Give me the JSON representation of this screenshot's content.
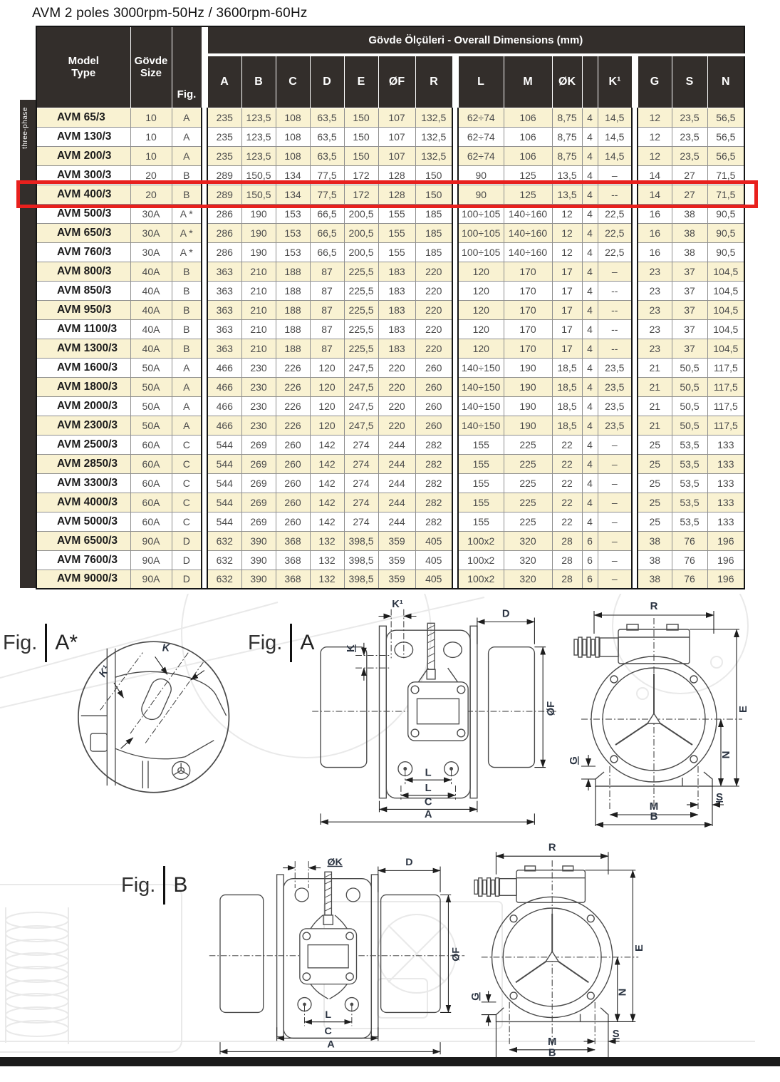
{
  "title": "AVM 2 poles 3000rpm-50Hz  / 3600rpm-60Hz",
  "side_label": "three-phase",
  "colors": {
    "header_bg": "#332e2b",
    "row_alt": "#f9f2d2",
    "highlight_red": "#e8201d"
  },
  "table": {
    "banner": "Gövde Ölçüleri - Overall Dimensions (mm)",
    "col_model": "Model\nType",
    "col_size": "Gövde\nSize",
    "col_fig": "Fig.",
    "columns": [
      "A",
      "B",
      "C",
      "D",
      "E",
      "ØF",
      "R",
      "L",
      "M",
      "ØK",
      "",
      "K¹",
      "G",
      "S",
      "N"
    ],
    "rows": [
      {
        "model": "AVM 65/3",
        "size": "10",
        "fig": "A",
        "highlight": false,
        "vals": [
          "235",
          "123,5",
          "108",
          "63,5",
          "150",
          "107",
          "132,5",
          "62÷74",
          "106",
          "8,75",
          "4",
          "14,5",
          "12",
          "23,5",
          "56,5"
        ]
      },
      {
        "model": "AVM 130/3",
        "size": "10",
        "fig": "A",
        "highlight": false,
        "vals": [
          "235",
          "123,5",
          "108",
          "63,5",
          "150",
          "107",
          "132,5",
          "62÷74",
          "106",
          "8,75",
          "4",
          "14,5",
          "12",
          "23,5",
          "56,5"
        ]
      },
      {
        "model": "AVM 200/3",
        "size": "10",
        "fig": "A",
        "highlight": false,
        "vals": [
          "235",
          "123,5",
          "108",
          "63,5",
          "150",
          "107",
          "132,5",
          "62÷74",
          "106",
          "8,75",
          "4",
          "14,5",
          "12",
          "23,5",
          "56,5"
        ]
      },
      {
        "model": "AVM 300/3",
        "size": "20",
        "fig": "B",
        "highlight": false,
        "vals": [
          "289",
          "150,5",
          "134",
          "77,5",
          "172",
          "128",
          "150",
          "90",
          "125",
          "13,5",
          "4",
          "–",
          "14",
          "27",
          "71,5"
        ]
      },
      {
        "model": "AVM 400/3",
        "size": "20",
        "fig": "B",
        "highlight": true,
        "vals": [
          "289",
          "150,5",
          "134",
          "77,5",
          "172",
          "128",
          "150",
          "90",
          "125",
          "13,5",
          "4",
          "--",
          "14",
          "27",
          "71,5"
        ]
      },
      {
        "model": "AVM 500/3",
        "size": "30A",
        "fig": "A *",
        "highlight": false,
        "vals": [
          "286",
          "190",
          "153",
          "66,5",
          "200,5",
          "155",
          "185",
          "100÷105",
          "140÷160",
          "12",
          "4",
          "22,5",
          "16",
          "38",
          "90,5"
        ]
      },
      {
        "model": "AVM 650/3",
        "size": "30A",
        "fig": "A *",
        "highlight": false,
        "vals": [
          "286",
          "190",
          "153",
          "66,5",
          "200,5",
          "155",
          "185",
          "100÷105",
          "140÷160",
          "12",
          "4",
          "22,5",
          "16",
          "38",
          "90,5"
        ]
      },
      {
        "model": "AVM 760/3",
        "size": "30A",
        "fig": "A *",
        "highlight": false,
        "vals": [
          "286",
          "190",
          "153",
          "66,5",
          "200,5",
          "155",
          "185",
          "100÷105",
          "140÷160",
          "12",
          "4",
          "22,5",
          "16",
          "38",
          "90,5"
        ]
      },
      {
        "model": "AVM 800/3",
        "size": "40A",
        "fig": "B",
        "highlight": false,
        "vals": [
          "363",
          "210",
          "188",
          "87",
          "225,5",
          "183",
          "220",
          "120",
          "170",
          "17",
          "4",
          "–",
          "23",
          "37",
          "104,5"
        ]
      },
      {
        "model": "AVM 850/3",
        "size": "40A",
        "fig": "B",
        "highlight": false,
        "vals": [
          "363",
          "210",
          "188",
          "87",
          "225,5",
          "183",
          "220",
          "120",
          "170",
          "17",
          "4",
          "--",
          "23",
          "37",
          "104,5"
        ]
      },
      {
        "model": "AVM 950/3",
        "size": "40A",
        "fig": "B",
        "highlight": false,
        "vals": [
          "363",
          "210",
          "188",
          "87",
          "225,5",
          "183",
          "220",
          "120",
          "170",
          "17",
          "4",
          "--",
          "23",
          "37",
          "104,5"
        ]
      },
      {
        "model": "AVM 1100/3",
        "size": "40A",
        "fig": "B",
        "highlight": false,
        "vals": [
          "363",
          "210",
          "188",
          "87",
          "225,5",
          "183",
          "220",
          "120",
          "170",
          "17",
          "4",
          "--",
          "23",
          "37",
          "104,5"
        ]
      },
      {
        "model": "AVM 1300/3",
        "size": "40A",
        "fig": "B",
        "highlight": false,
        "vals": [
          "363",
          "210",
          "188",
          "87",
          "225,5",
          "183",
          "220",
          "120",
          "170",
          "17",
          "4",
          "--",
          "23",
          "37",
          "104,5"
        ]
      },
      {
        "model": "AVM 1600/3",
        "size": "50A",
        "fig": "A",
        "highlight": false,
        "vals": [
          "466",
          "230",
          "226",
          "120",
          "247,5",
          "220",
          "260",
          "140÷150",
          "190",
          "18,5",
          "4",
          "23,5",
          "21",
          "50,5",
          "117,5"
        ]
      },
      {
        "model": "AVM 1800/3",
        "size": "50A",
        "fig": "A",
        "highlight": false,
        "vals": [
          "466",
          "230",
          "226",
          "120",
          "247,5",
          "220",
          "260",
          "140÷150",
          "190",
          "18,5",
          "4",
          "23,5",
          "21",
          "50,5",
          "117,5"
        ]
      },
      {
        "model": "AVM 2000/3",
        "size": "50A",
        "fig": "A",
        "highlight": false,
        "vals": [
          "466",
          "230",
          "226",
          "120",
          "247,5",
          "220",
          "260",
          "140÷150",
          "190",
          "18,5",
          "4",
          "23,5",
          "21",
          "50,5",
          "117,5"
        ]
      },
      {
        "model": "AVM 2300/3",
        "size": "50A",
        "fig": "A",
        "highlight": false,
        "vals": [
          "466",
          "230",
          "226",
          "120",
          "247,5",
          "220",
          "260",
          "140÷150",
          "190",
          "18,5",
          "4",
          "23,5",
          "21",
          "50,5",
          "117,5"
        ]
      },
      {
        "model": "AVM 2500/3",
        "size": "60A",
        "fig": "C",
        "highlight": false,
        "vals": [
          "544",
          "269",
          "260",
          "142",
          "274",
          "244",
          "282",
          "155",
          "225",
          "22",
          "4",
          "–",
          "25",
          "53,5",
          "133"
        ]
      },
      {
        "model": "AVM 2850/3",
        "size": "60A",
        "fig": "C",
        "highlight": false,
        "vals": [
          "544",
          "269",
          "260",
          "142",
          "274",
          "244",
          "282",
          "155",
          "225",
          "22",
          "4",
          "–",
          "25",
          "53,5",
          "133"
        ]
      },
      {
        "model": "AVM 3300/3",
        "size": "60A",
        "fig": "C",
        "highlight": false,
        "vals": [
          "544",
          "269",
          "260",
          "142",
          "274",
          "244",
          "282",
          "155",
          "225",
          "22",
          "4",
          "–",
          "25",
          "53,5",
          "133"
        ]
      },
      {
        "model": "AVM 4000/3",
        "size": "60A",
        "fig": "C",
        "highlight": false,
        "vals": [
          "544",
          "269",
          "260",
          "142",
          "274",
          "244",
          "282",
          "155",
          "225",
          "22",
          "4",
          "–",
          "25",
          "53,5",
          "133"
        ]
      },
      {
        "model": "AVM 5000/3",
        "size": "60A",
        "fig": "C",
        "highlight": false,
        "vals": [
          "544",
          "269",
          "260",
          "142",
          "274",
          "244",
          "282",
          "155",
          "225",
          "22",
          "4",
          "–",
          "25",
          "53,5",
          "133"
        ]
      },
      {
        "model": "AVM 6500/3",
        "size": "90A",
        "fig": "D",
        "highlight": false,
        "vals": [
          "632",
          "390",
          "368",
          "132",
          "398,5",
          "359",
          "405",
          "100x2",
          "320",
          "28",
          "6",
          "–",
          "38",
          "76",
          "196"
        ]
      },
      {
        "model": "AVM 7600/3",
        "size": "90A",
        "fig": "D",
        "highlight": false,
        "vals": [
          "632",
          "390",
          "368",
          "132",
          "398,5",
          "359",
          "405",
          "100x2",
          "320",
          "28",
          "6",
          "–",
          "38",
          "76",
          "196"
        ]
      },
      {
        "model": "AVM 9000/3",
        "size": "90A",
        "fig": "D",
        "highlight": false,
        "vals": [
          "632",
          "390",
          "368",
          "132",
          "398,5",
          "359",
          "405",
          "100x2",
          "320",
          "28",
          "6",
          "–",
          "38",
          "76",
          "196"
        ]
      }
    ]
  },
  "figures": {
    "fig_word": "Fig.",
    "a_star": {
      "name": "A*"
    },
    "a": {
      "name": "A"
    },
    "b": {
      "name": "B"
    },
    "dims": {
      "k": "K",
      "k1": "K¹",
      "d": "D",
      "of": "ØF",
      "ok": "ØK",
      "l": "L",
      "c": "C",
      "a": "A",
      "r": "R",
      "e": "E",
      "n": "N",
      "g": "G",
      "s": "S",
      "m": "M",
      "b": "B"
    }
  }
}
